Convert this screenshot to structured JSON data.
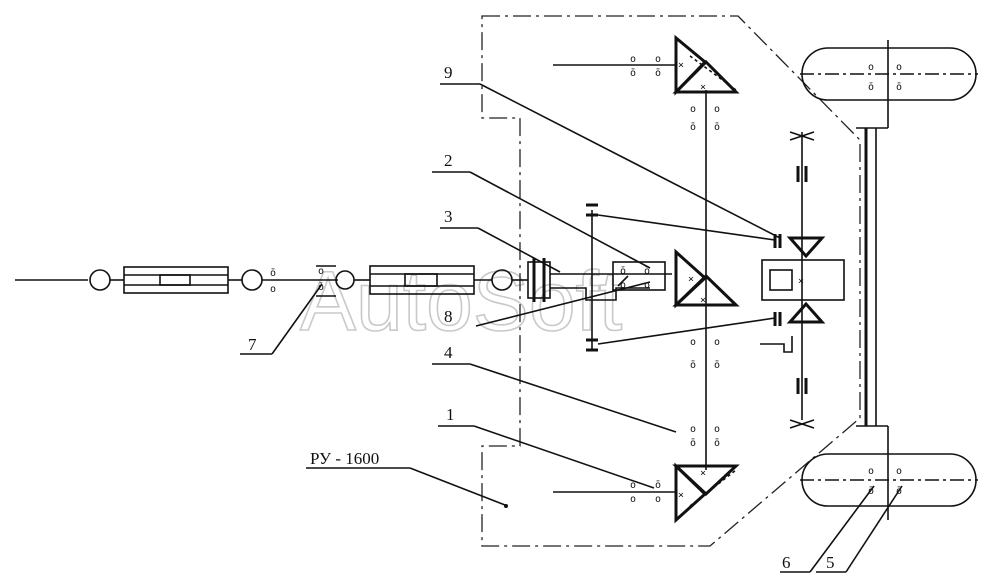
{
  "watermark": "AutoSoft",
  "assembly_label": "РУ - 1600",
  "callouts": [
    "1",
    "2",
    "3",
    "4",
    "5",
    "6",
    "7",
    "8",
    "9"
  ]
}
